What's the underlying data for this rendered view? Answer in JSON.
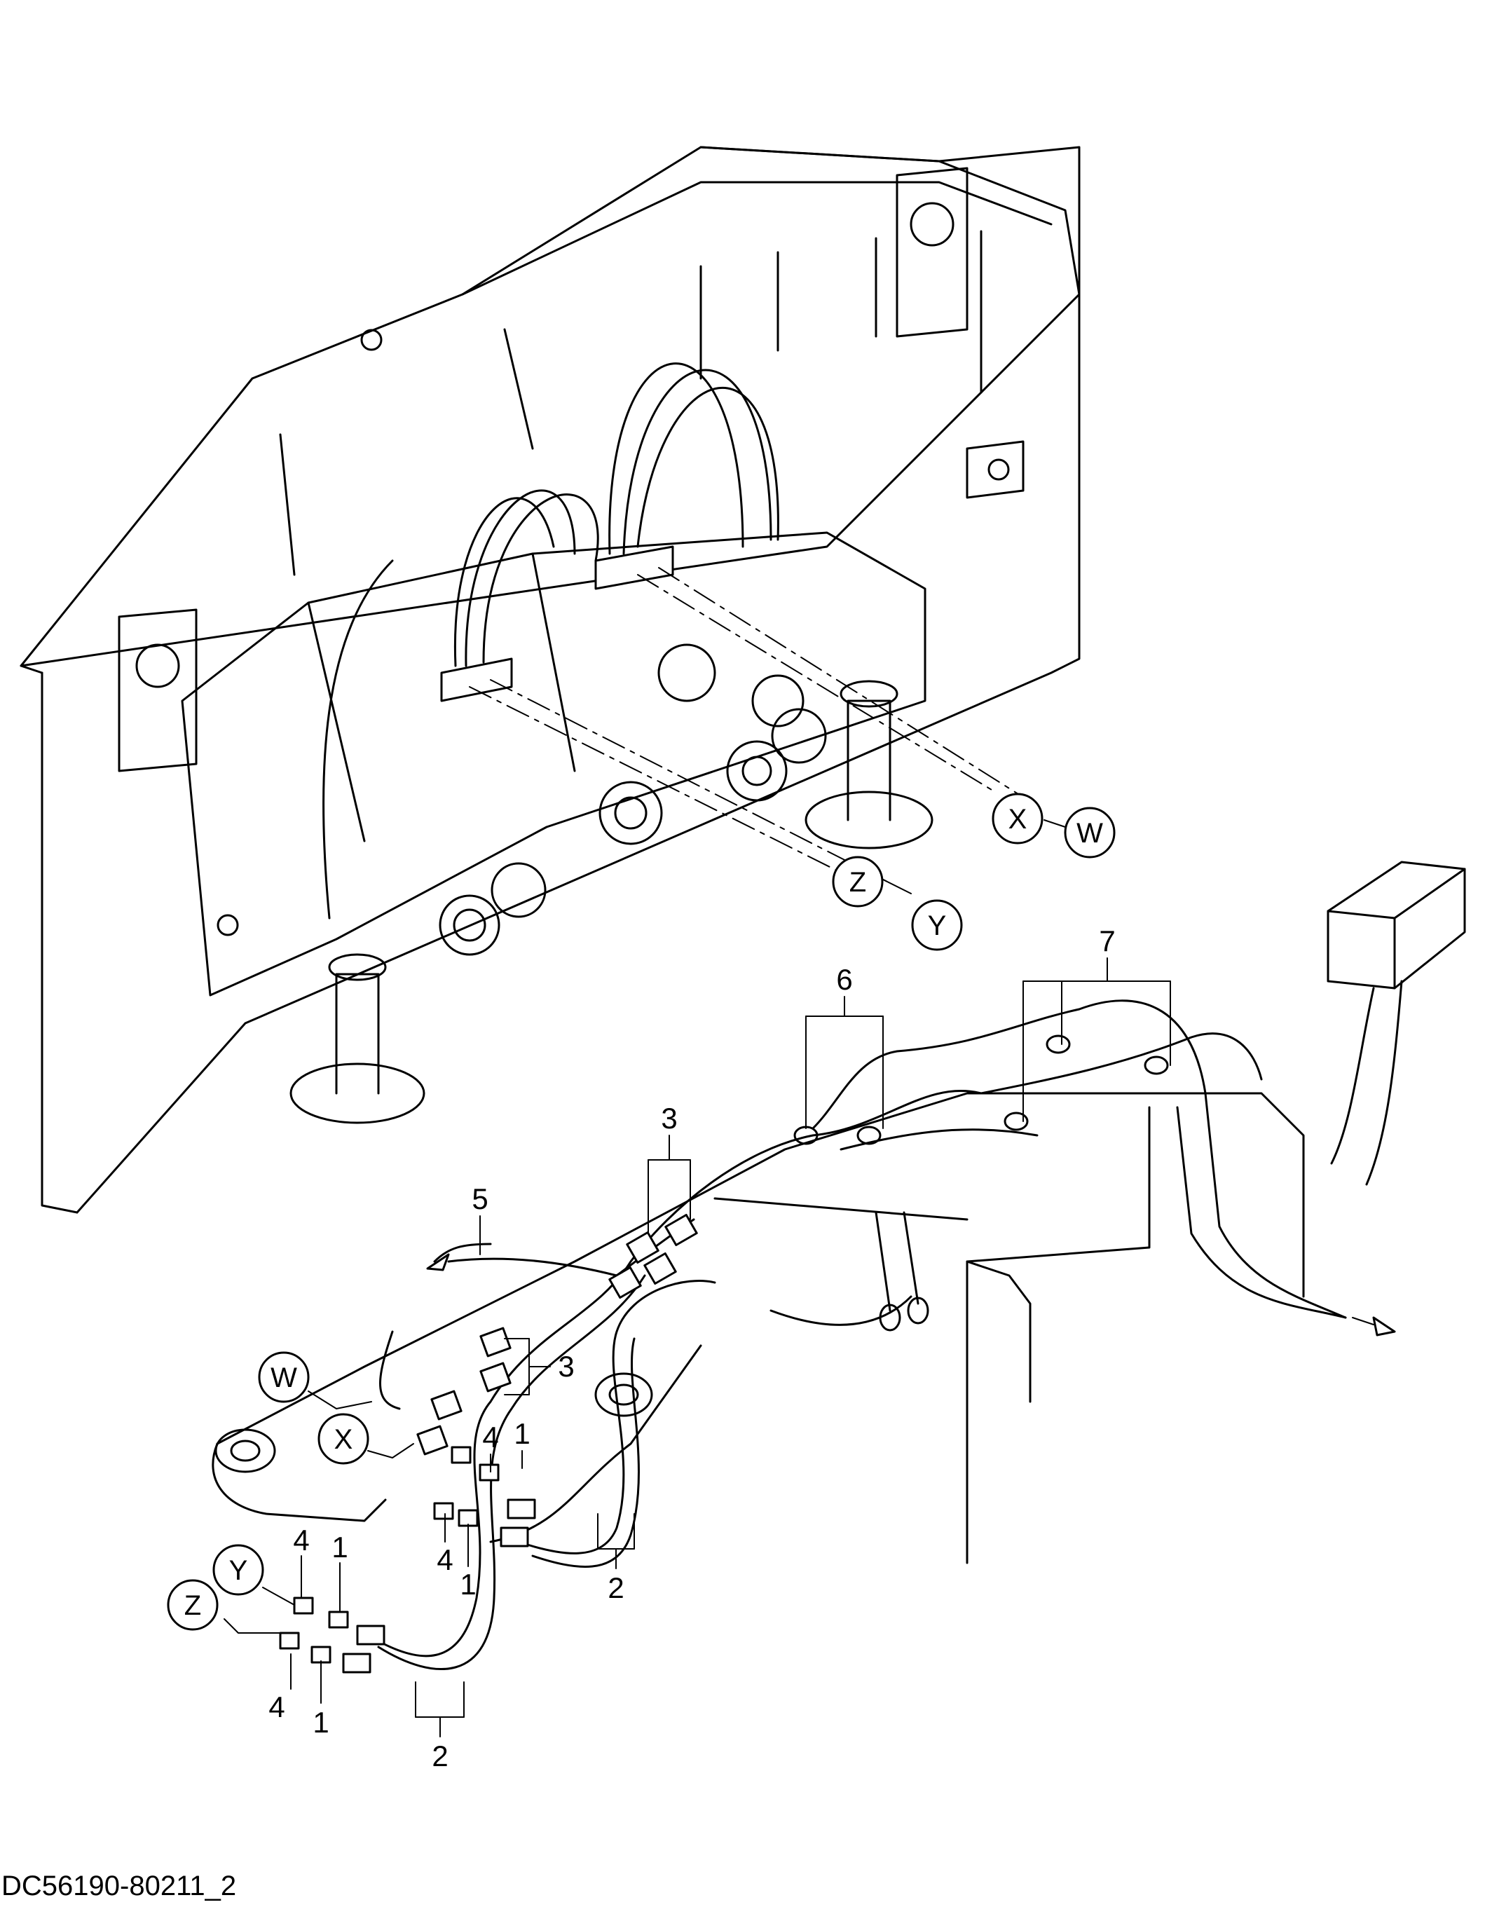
{
  "drawing": {
    "reference_code": "DC56190-80211_2"
  },
  "callout_letters": {
    "x_upper": "X",
    "w_upper": "W",
    "z_upper": "Z",
    "y_upper": "Y",
    "w_lower": "W",
    "x_lower": "X",
    "y_lower": "Y",
    "z_lower": "Z"
  },
  "part_numbers": {
    "p7": "7",
    "p6": "6",
    "p3_top": "3",
    "p5": "5",
    "p3_mid": "3",
    "p4_a": "4",
    "p1_a": "1",
    "p4_b": "4",
    "p1_b": "1",
    "p2_right": "2",
    "p4_c": "4",
    "p1_c": "1",
    "p4_d": "4",
    "p1_d": "1",
    "p2_left": "2"
  }
}
